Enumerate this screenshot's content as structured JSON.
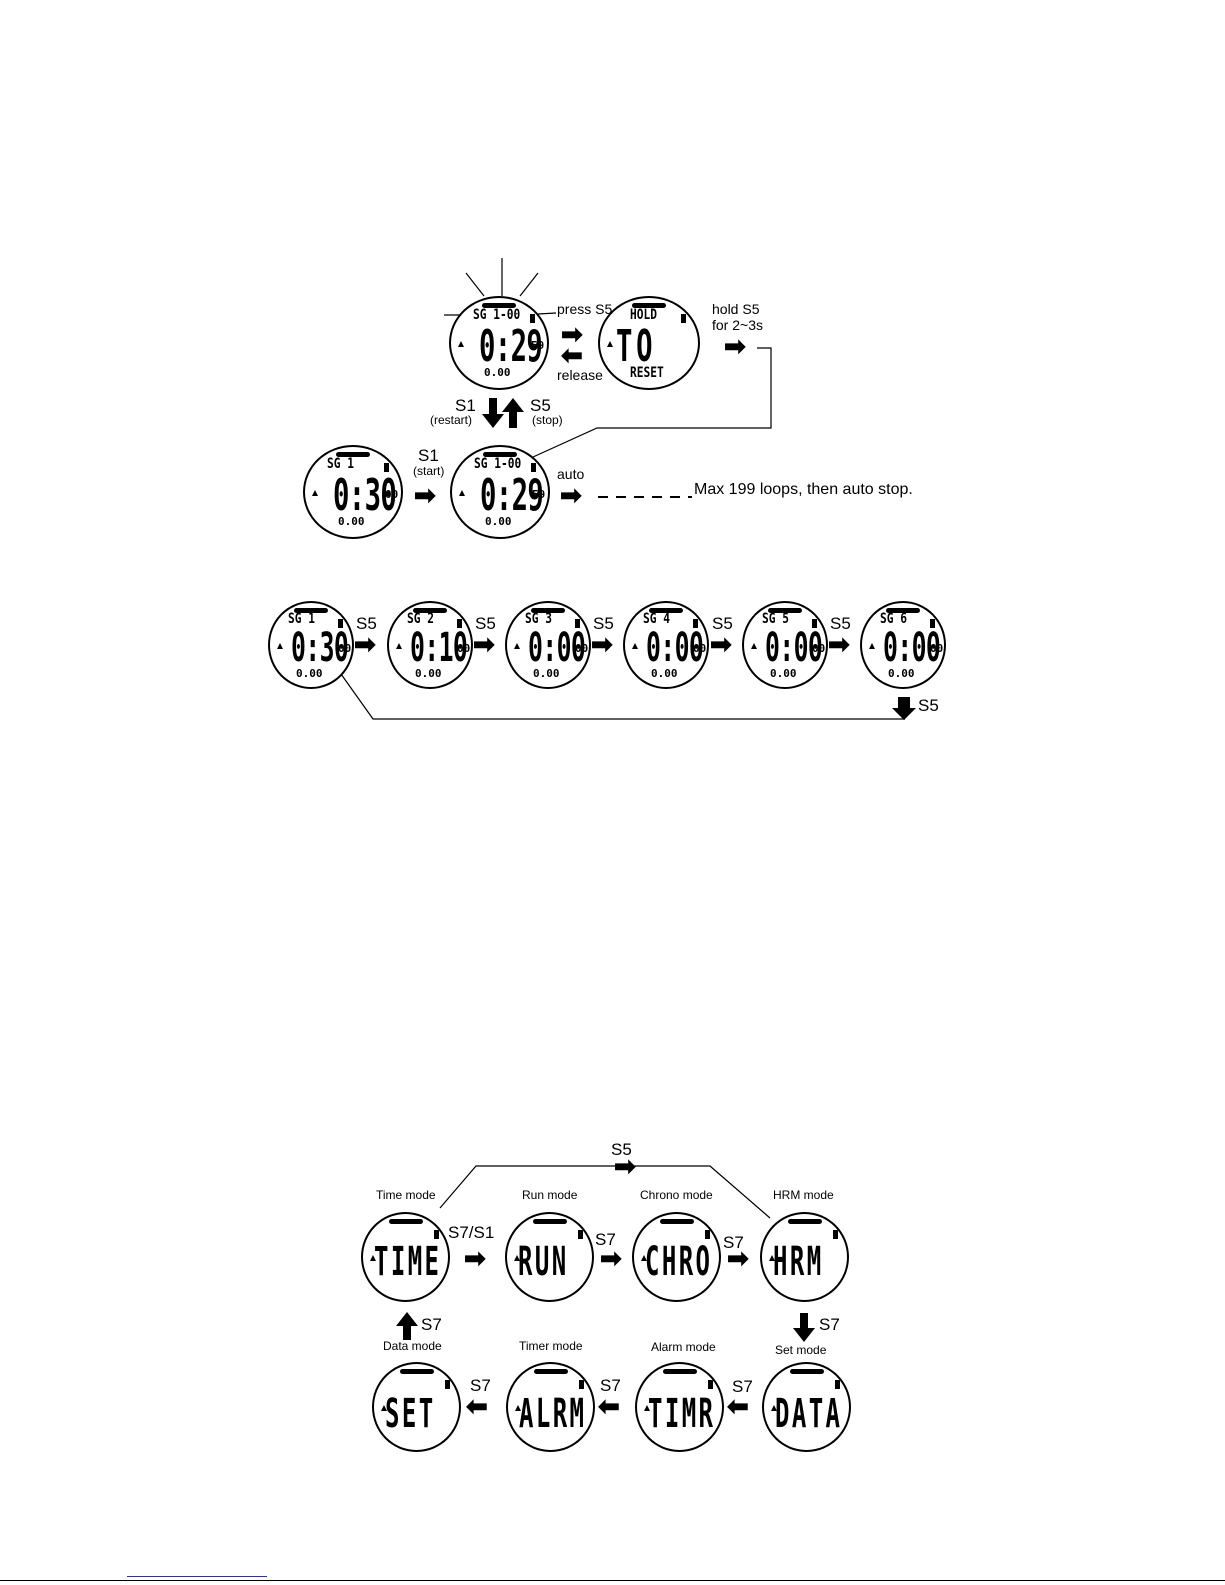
{
  "diagram1": {
    "top_watch": {
      "top": "SG 1-00",
      "main": "0:29",
      "sec": "59",
      "bottom": "0.00"
    },
    "hold_watch": {
      "top": "HOLD",
      "main": "TO",
      "bottom": "RESET"
    },
    "press": "press S5",
    "release": "release",
    "hold_a": "hold S5",
    "hold_b": "for 2~3s",
    "s1_restart": "S1",
    "restart": "(restart)",
    "s5_stop": "S5",
    "stop": "(stop)",
    "start_watch": {
      "top": "SG 1",
      "main": "0:30",
      "sec": "00",
      "bottom": "0.00"
    },
    "s1_start": "S1",
    "start": "(start)",
    "run_watch": {
      "top": "SG 1-00",
      "main": "0:29",
      "sec": "59",
      "bottom": "0.00"
    },
    "auto": "auto",
    "max_note": "Max 199 loops, then auto stop."
  },
  "diagram2": {
    "watches": [
      {
        "top": "SG 1",
        "main": "0:30",
        "sec": "00",
        "bottom": "0.00"
      },
      {
        "top": "SG 2",
        "main": "0:10",
        "sec": "00",
        "bottom": "0.00"
      },
      {
        "top": "SG 3",
        "main": "0:00",
        "sec": "00",
        "bottom": "0.00"
      },
      {
        "top": "SG 4",
        "main": "0:00",
        "sec": "00",
        "bottom": "0.00"
      },
      {
        "top": "SG 5",
        "main": "0:00",
        "sec": "00",
        "bottom": "0.00"
      },
      {
        "top": "SG 6",
        "main": "0:00",
        "sec": "00",
        "bottom": "0.00"
      }
    ],
    "arrow_labels": [
      "S5",
      "S5",
      "S5",
      "S5",
      "S5"
    ],
    "return_label": "S5"
  },
  "diagram3": {
    "top_label": "S5",
    "modes_row1": [
      {
        "name": "Time mode",
        "screen": "TIME"
      },
      {
        "name": "Run mode",
        "screen": "RUN"
      },
      {
        "name": "Chrono mode",
        "screen": "CHRO"
      },
      {
        "name": "HRM mode",
        "screen": "HRM"
      }
    ],
    "row1_arrows": [
      "S7/S1",
      "S7",
      "S7"
    ],
    "down_label": "S7",
    "up_label": "S7",
    "row2_labels": [
      "Data mode",
      "Timer mode",
      "Alarm mode",
      "Set mode"
    ],
    "row2_screens": [
      "SET",
      "ALRM",
      "TIMR",
      "DATA"
    ],
    "row2_arrows": [
      "S7",
      "S7",
      "S7"
    ]
  }
}
